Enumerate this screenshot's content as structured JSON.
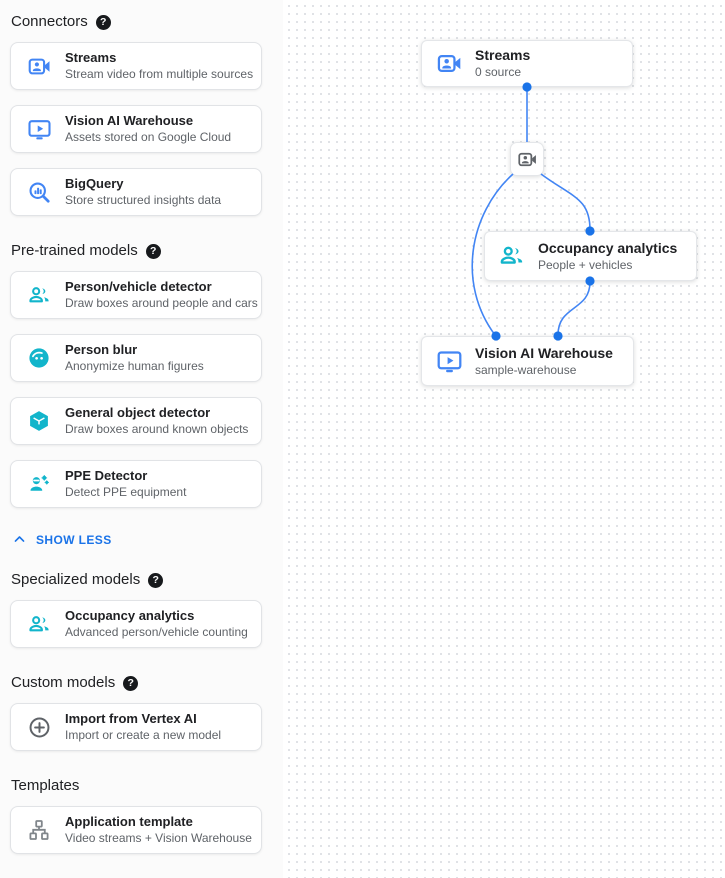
{
  "colors": {
    "icon_blue": "#4285f4",
    "icon_teal": "#12b5cb",
    "icon_gray": "#5f6368",
    "edge_blue": "#4285f4",
    "dot_blue": "#1a73e8",
    "link_blue": "#1a73e8"
  },
  "sidebar": {
    "sections": {
      "connectors": {
        "heading": "Connectors",
        "has_help": true,
        "items": [
          {
            "icon": "video-camera-icon",
            "title": "Streams",
            "desc": "Stream video from multiple sources"
          },
          {
            "icon": "warehouse-display-icon",
            "title": "Vision AI Warehouse",
            "desc": "Assets stored on Google Cloud"
          },
          {
            "icon": "bigquery-icon",
            "title": "BigQuery",
            "desc": "Store structured insights data"
          }
        ]
      },
      "pretrained": {
        "heading": "Pre-trained models",
        "has_help": true,
        "items": [
          {
            "icon": "people-icon",
            "title": "Person/vehicle detector",
            "desc": "Draw boxes around people and cars"
          },
          {
            "icon": "face-blur-icon",
            "title": "Person blur",
            "desc": "Anonymize human figures"
          },
          {
            "icon": "cube-icon",
            "title": "General object detector",
            "desc": "Draw boxes around known objects"
          },
          {
            "icon": "ppe-icon",
            "title": "PPE Detector",
            "desc": "Detect PPE equipment"
          }
        ]
      },
      "specialized": {
        "heading": "Specialized models",
        "has_help": true,
        "items": [
          {
            "icon": "people-icon",
            "title": "Occupancy analytics",
            "desc": "Advanced person/vehicle counting"
          }
        ]
      },
      "custom": {
        "heading": "Custom models",
        "has_help": true,
        "items": [
          {
            "icon": "add-circle-icon",
            "title": "Import from Vertex AI",
            "desc": "Import or create a new model"
          }
        ]
      },
      "templates": {
        "heading": "Templates",
        "has_help": false,
        "items": [
          {
            "icon": "org-tree-icon",
            "title": "Application template",
            "desc": "Video streams + Vision Warehouse"
          }
        ]
      }
    },
    "show_less": "SHOW LESS"
  },
  "canvas": {
    "nodes": {
      "streams": {
        "icon": "video-camera-icon",
        "title": "Streams",
        "subtitle": "0 source"
      },
      "mini": {
        "icon": "video-camera-icon"
      },
      "occupancy": {
        "icon": "people-icon",
        "title": "Occupancy analytics",
        "subtitle": "People + vehicles"
      },
      "warehouse": {
        "icon": "warehouse-display-icon",
        "title": "Vision AI Warehouse",
        "subtitle": "sample-warehouse"
      }
    }
  }
}
